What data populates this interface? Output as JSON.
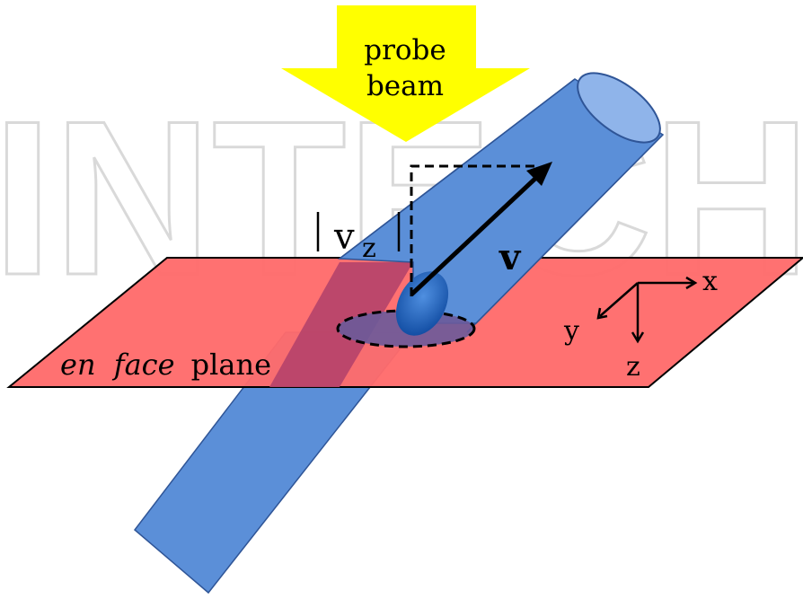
{
  "watermark": {
    "text": "INTECH",
    "color": "#d7d7d7"
  },
  "arrow": {
    "label_line1": "probe",
    "label_line2": "beam",
    "color": "#ffff00"
  },
  "vessel": {
    "color": "#5b8fd8",
    "edge": "#2f5597",
    "cap": "#8fb4ea"
  },
  "plane": {
    "label_italic_1": "en",
    "label_italic_2": "face",
    "label_normal": "plane",
    "color": "#ff6b6b"
  },
  "velocity": {
    "label": "v",
    "component_label": "v",
    "component_sub": "z"
  },
  "axes": {
    "x": "x",
    "y": "y",
    "z": "z"
  },
  "blob_color": "#1f5fb8",
  "ellipse_fill": "#6a5a9a"
}
